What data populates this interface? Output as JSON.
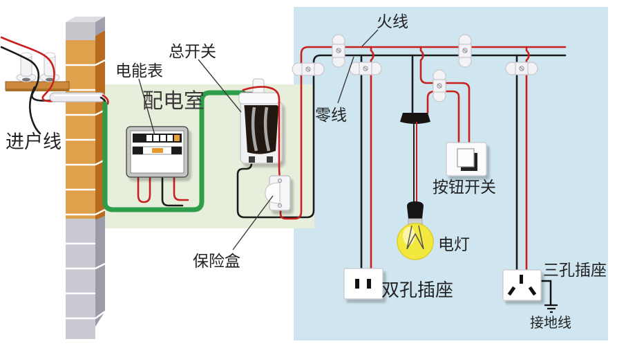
{
  "labels": {
    "entrance_wire": "进户线",
    "energy_meter": "电能表",
    "main_switch": "总开关",
    "distribution_room": "配电室",
    "fuse_box": "保险盒",
    "live_wire": "火线",
    "neutral_wire": "零线",
    "push_button_switch": "按钮开关",
    "electric_lamp": "电灯",
    "two_hole_socket": "双孔插座",
    "three_hole_socket": "三孔插座",
    "ground_wire": "接地线"
  },
  "colors": {
    "live_red": "#c8201d",
    "neutral_black": "#1b1b1b",
    "conduit_green": "#2f9e4b",
    "indoor_panel_blue": "#cfe5f0",
    "distribution_panel_green": "#e7eedb",
    "brick_orange": "#e0a14d",
    "brick_gray": "#c9c9d2",
    "lamp_yellow": "#f3e93e",
    "porcelain_white": "#f3f3f5"
  }
}
